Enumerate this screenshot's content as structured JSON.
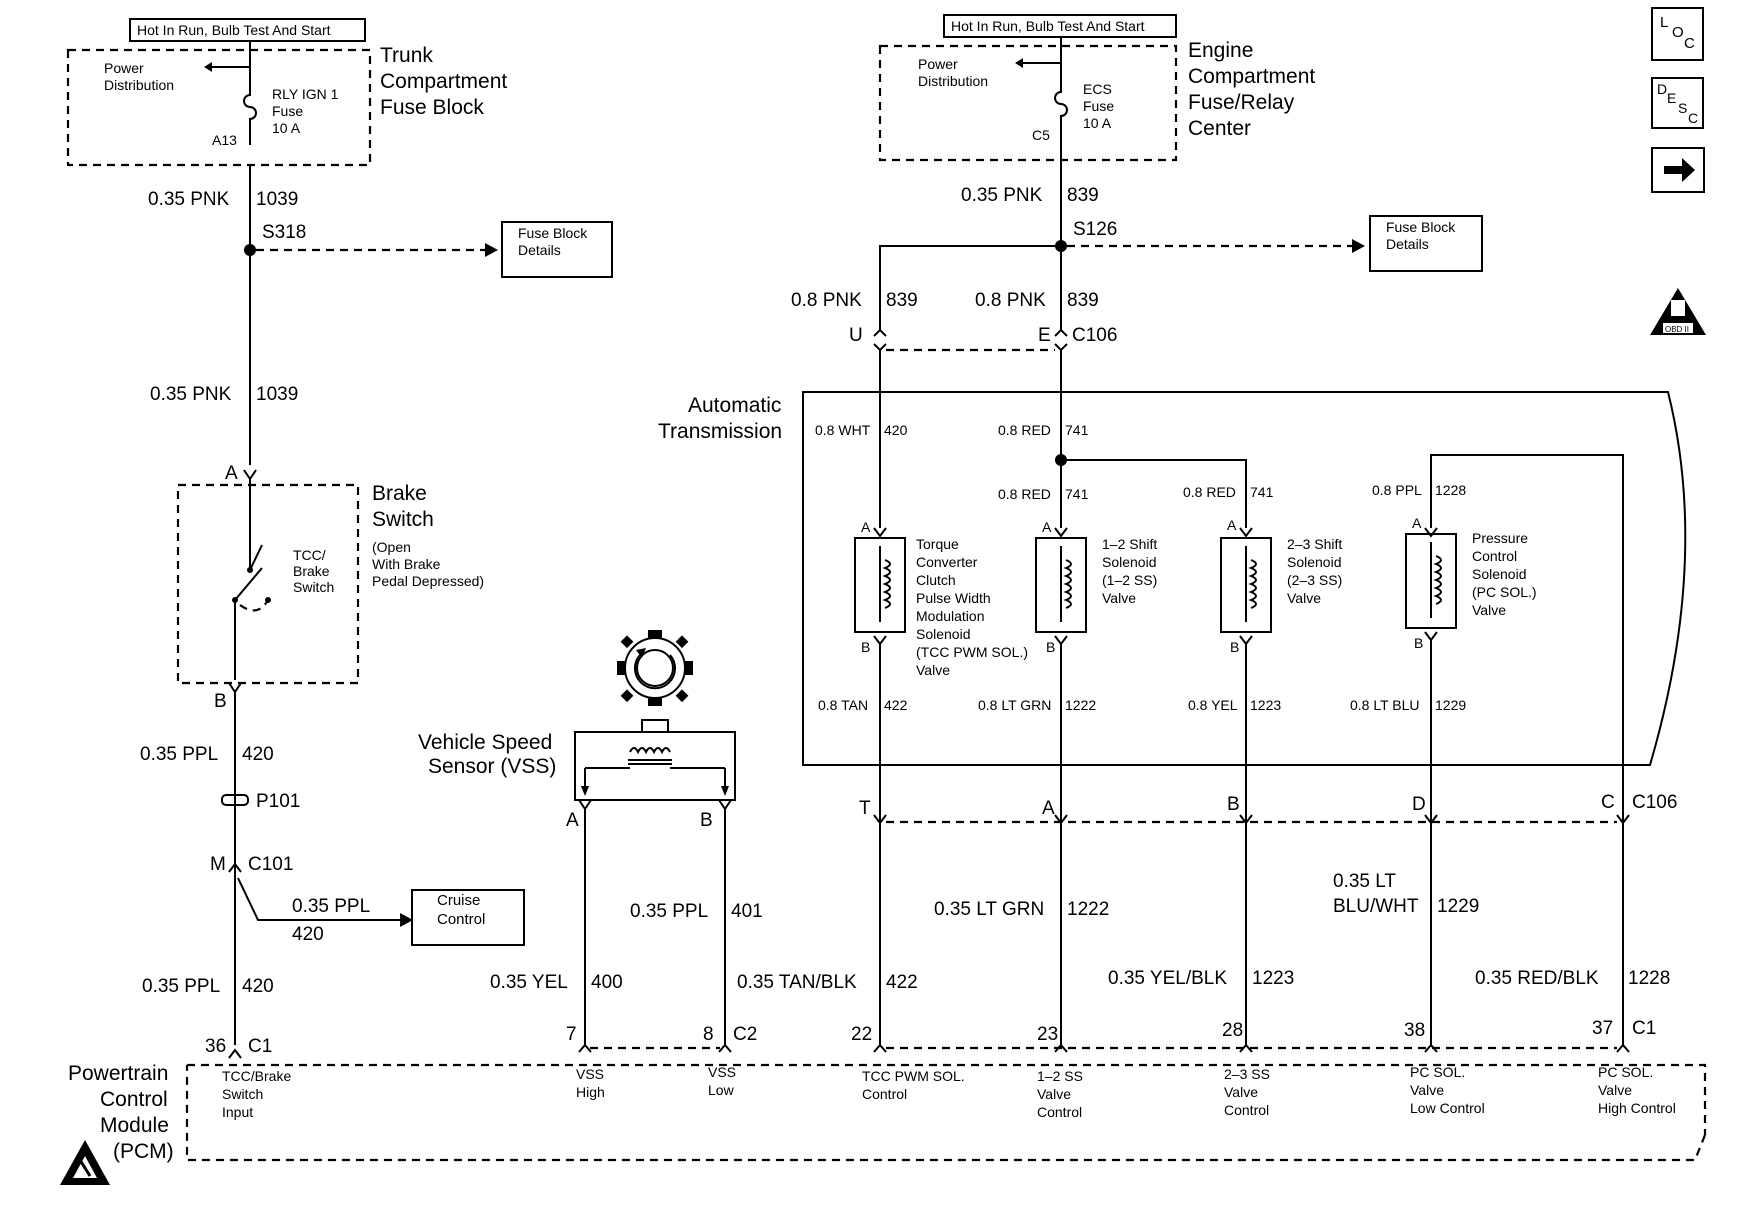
{
  "header_boxes": {
    "left": "Hot In Run, Bulb Test And Start",
    "right": "Hot In Run, Bulb Test And Start"
  },
  "trunk_fuse": {
    "title_lines": [
      "Trunk",
      "Compartment",
      "Fuse Block"
    ],
    "power_lines": [
      "Power",
      "Distribution"
    ],
    "fuse_lines": [
      "RLY IGN 1",
      "Fuse",
      "10 A"
    ],
    "terminal": "A13"
  },
  "engine_fuse": {
    "title_lines": [
      "Engine",
      "Compartment",
      "Fuse/Relay",
      "Center"
    ],
    "power_lines": [
      "Power",
      "Distribution"
    ],
    "fuse_lines": [
      "ECS",
      "Fuse",
      "10 A"
    ],
    "terminal": "C5"
  },
  "wires": {
    "pnk1039_a": "0.35 PNK",
    "pnk1039_a_circuit": "1039",
    "s318": "S318",
    "pnk1039_b": "0.35 PNK",
    "pnk1039_b_circuit": "1039",
    "pnk839_top": "0.35 PNK",
    "pnk839_top_circuit": "839",
    "s126": "S126",
    "pnk839_left": "0.8 PNK",
    "pnk839_left_circuit": "839",
    "pnk839_right": "0.8 PNK",
    "pnk839_right_circuit": "839",
    "ppl420_a": "0.35 PPL",
    "ppl420_a_circuit": "420",
    "ppl420_branch": "0.35 PPL",
    "ppl420_branch_circuit": "420",
    "ppl420_b": "0.35 PPL",
    "ppl420_b_circuit": "420",
    "yel400": "0.35 YEL",
    "yel400_circuit": "400",
    "ppl401": "0.35 PPL",
    "ppl401_circuit": "401",
    "tanblk422": "0.35 TAN/BLK",
    "tanblk422_circuit": "422",
    "ltgrn1222": "0.35 LT GRN",
    "ltgrn1222_circuit": "1222",
    "yelblk1223": "0.35 YEL/BLK",
    "yelblk1223_circuit": "1223",
    "ltbluwht1229_line1": "0.35 LT",
    "ltbluwht1229_line2": "BLU/WHT",
    "ltbluwht1229_circuit": "1229",
    "redblk1228": "0.35 RED/BLK",
    "redblk1228_circuit": "1228"
  },
  "detail_boxes": {
    "fuse_block_details_left": [
      "Fuse Block",
      "Details"
    ],
    "fuse_block_details_right": [
      "Fuse Block",
      "Details"
    ],
    "cruise_control": [
      "Cruise",
      "Control"
    ]
  },
  "connectors": {
    "a_brake": "A",
    "b_brake": "B",
    "p101": "P101",
    "m": "M",
    "c101": "C101",
    "u": "U",
    "e": "E",
    "c106_top": "C106",
    "t": "T",
    "a_bottom": "A",
    "b_bottom": "B",
    "d": "D",
    "c": "C",
    "c106_bottom": "C106",
    "vss_a": "A",
    "vss_b": "B",
    "pin36": "36",
    "c1_left": "C1",
    "pin7": "7",
    "pin8": "8",
    "c2": "C2",
    "pin22": "22",
    "pin23": "23",
    "pin28": "28",
    "pin38": "38",
    "pin37": "37",
    "c1_right": "C1"
  },
  "brake_switch": {
    "title_lines": [
      "Brake",
      "Switch"
    ],
    "note_lines": [
      "(Open",
      "With Brake",
      "Pedal Depressed)"
    ],
    "inner_lines": [
      "TCC/",
      "Brake",
      "Switch"
    ]
  },
  "vss": {
    "title_lines": [
      "Vehicle Speed",
      "Sensor (VSS)"
    ]
  },
  "transmission": {
    "title_lines": [
      "Automatic",
      "Transmission"
    ],
    "wire_labels": {
      "wht420": "0.8 WHT",
      "wht420_circuit": "420",
      "red741_top": "0.8 RED",
      "red741_top_circuit": "741",
      "red741_a": "0.8 RED",
      "red741_a_circuit": "741",
      "red741_b": "0.8 RED",
      "red741_b_circuit": "741",
      "ppl1228": "0.8 PPL",
      "ppl1228_circuit": "1228",
      "tan422": "0.8 TAN",
      "tan422_circuit": "422",
      "ltgrn1222": "0.8 LT GRN",
      "ltgrn1222_circuit": "1222",
      "yel1223": "0.8 YEL",
      "yel1223_circuit": "1223",
      "ltblu1229": "0.8 LT BLU",
      "ltblu1229_circuit": "1229"
    },
    "solenoids": [
      {
        "lines": [
          "Torque",
          "Converter",
          "Clutch",
          "Pulse Width",
          "Modulation",
          "Solenoid",
          "(TCC PWM SOL.)",
          "Valve"
        ],
        "pin_a": "A",
        "pin_b": "B"
      },
      {
        "lines": [
          "1–2 Shift",
          "Solenoid",
          "(1–2 SS)",
          "Valve"
        ],
        "pin_a": "A",
        "pin_b": "B"
      },
      {
        "lines": [
          "2–3 Shift",
          "Solenoid",
          "(2–3 SS)",
          "Valve"
        ],
        "pin_a": "A",
        "pin_b": "B"
      },
      {
        "lines": [
          "Pressure",
          "Control",
          "Solenoid",
          "(PC SOL.)",
          "Valve"
        ],
        "pin_a": "A",
        "pin_b": "B"
      }
    ]
  },
  "pcm": {
    "title_lines": [
      "Powertrain",
      "Control",
      "Module",
      "(PCM)"
    ],
    "pins": [
      {
        "lines": [
          "TCC/Brake",
          "Switch",
          "Input"
        ]
      },
      {
        "lines": [
          "VSS",
          "High"
        ]
      },
      {
        "lines": [
          "VSS",
          "Low"
        ]
      },
      {
        "lines": [
          "TCC PWM SOL.",
          "Control"
        ]
      },
      {
        "lines": [
          "1–2 SS",
          "Valve",
          "Control"
        ]
      },
      {
        "lines": [
          "2–3 SS",
          "Valve",
          "Control"
        ]
      },
      {
        "lines": [
          "PC SOL.",
          "Valve",
          "Low Control"
        ]
      },
      {
        "lines": [
          "PC SOL.",
          "Valve",
          "High Control"
        ]
      }
    ]
  },
  "side_icons": {
    "loc_letters": [
      "L",
      "O",
      "C"
    ],
    "desc_letters": [
      "D",
      "E",
      "S",
      "C"
    ],
    "next_arrow": "next-page-arrow",
    "obd_label": "OBD II",
    "esd_icon": "esd-warning-icon"
  },
  "colors": {
    "ink": "#000000",
    "paper": "#ffffff"
  }
}
